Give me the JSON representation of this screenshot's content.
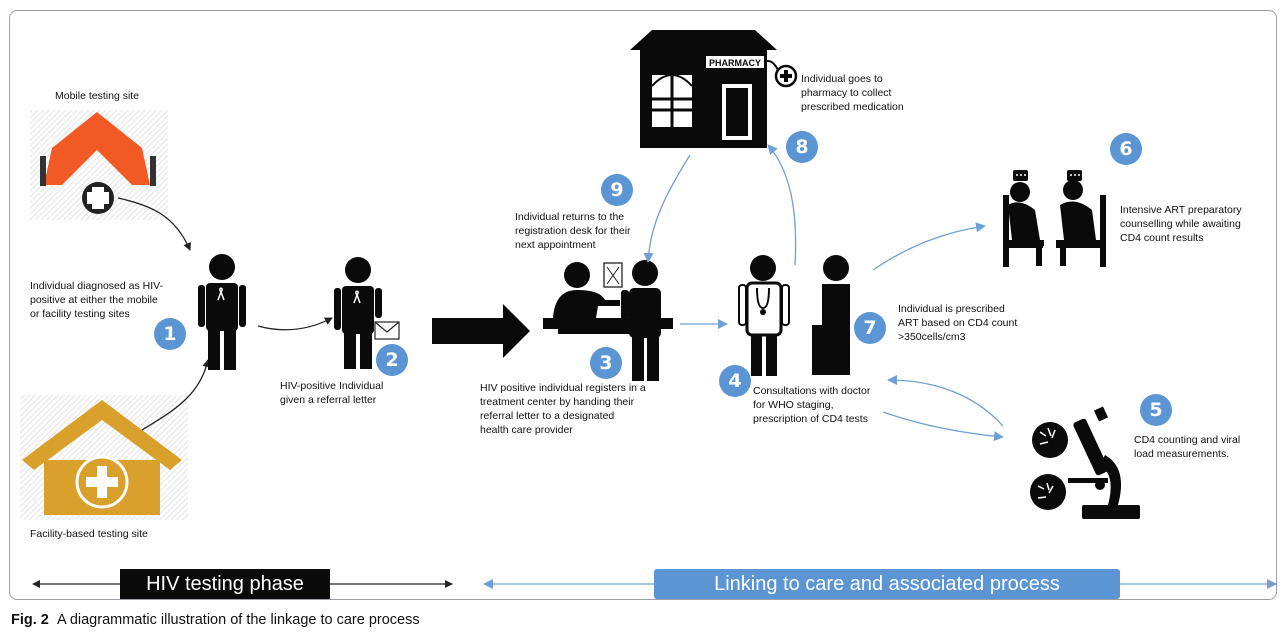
{
  "caption": {
    "prefix": "Fig. 2",
    "text": "A diagrammatic illustration of the linkage to care process"
  },
  "phases": {
    "testing": "HIV testing phase",
    "linking": "Linking to care and associated process"
  },
  "pharmacy_sign": "PHARMACY",
  "labels": {
    "mobile": "Mobile testing site",
    "facility": "Facility-based testing site",
    "diagnosed": "Individual diagnosed as HIV-\npositive at either the mobile\nor facility testing sites",
    "referral": "HIV-positive Individual\ngiven a referral letter",
    "registers": "HIV positive individual registers in a\ntreatment center by handing their\nreferral letter to a designated\nhealth care provider",
    "consult": "Consultations with doctor\nfor WHO staging,\nprescription of CD4 tests",
    "cd4": "CD4 counting and viral\nload measurements.",
    "counselling": "Intensive ART preparatory\ncounselling while awaiting\nCD4 count results",
    "prescribed": "Individual is prescribed\nART based on CD4 count\n>350cells/cm3",
    "pharmacy": "Individual goes to\npharmacy to collect\nprescribed medication",
    "returns": "Individual returns to the\nregistration desk for their\nnext appointment"
  },
  "steps": [
    "1",
    "2",
    "3",
    "4",
    "5",
    "6",
    "7",
    "8",
    "9"
  ],
  "colors": {
    "tent": "#f15a24",
    "house": "#d9a12b",
    "badge": "#5b95d3",
    "arrow_blue": "#6fa0d5"
  }
}
